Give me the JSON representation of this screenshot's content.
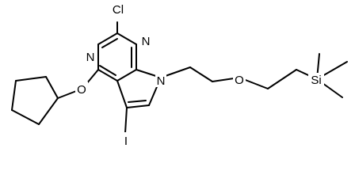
{
  "molecule": {
    "atoms": {
      "cl": "Cl",
      "n_top": "N",
      "n_left": "N",
      "n_pyrrole": "N",
      "o_cyclopentyl": "O",
      "o_ether": "O",
      "iodine": "I",
      "silicon": "Si"
    }
  }
}
